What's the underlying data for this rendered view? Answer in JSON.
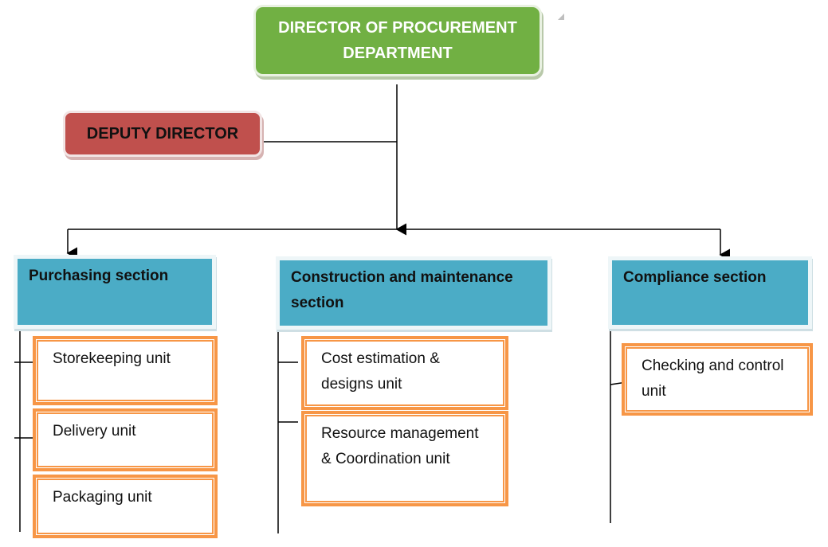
{
  "director": {
    "line1": "DIRECTOR OF PROCUREMENT",
    "line2": "DEPARTMENT"
  },
  "deputy": {
    "label": "DEPUTY DIRECTOR"
  },
  "sections": [
    {
      "label": "Purchasing section",
      "units": [
        "Storekeeping unit",
        "Delivery unit",
        "Packaging unit"
      ]
    },
    {
      "label": "Construction and maintenance section",
      "units": [
        "Cost estimation & designs unit",
        "Resource management & Coordination unit"
      ]
    },
    {
      "label": "Compliance section",
      "units": [
        "Checking and control unit"
      ]
    }
  ],
  "colors": {
    "director": "#71b043",
    "deputy": "#c0504d",
    "section": "#4bacc6",
    "unit_border": "#f79646"
  }
}
